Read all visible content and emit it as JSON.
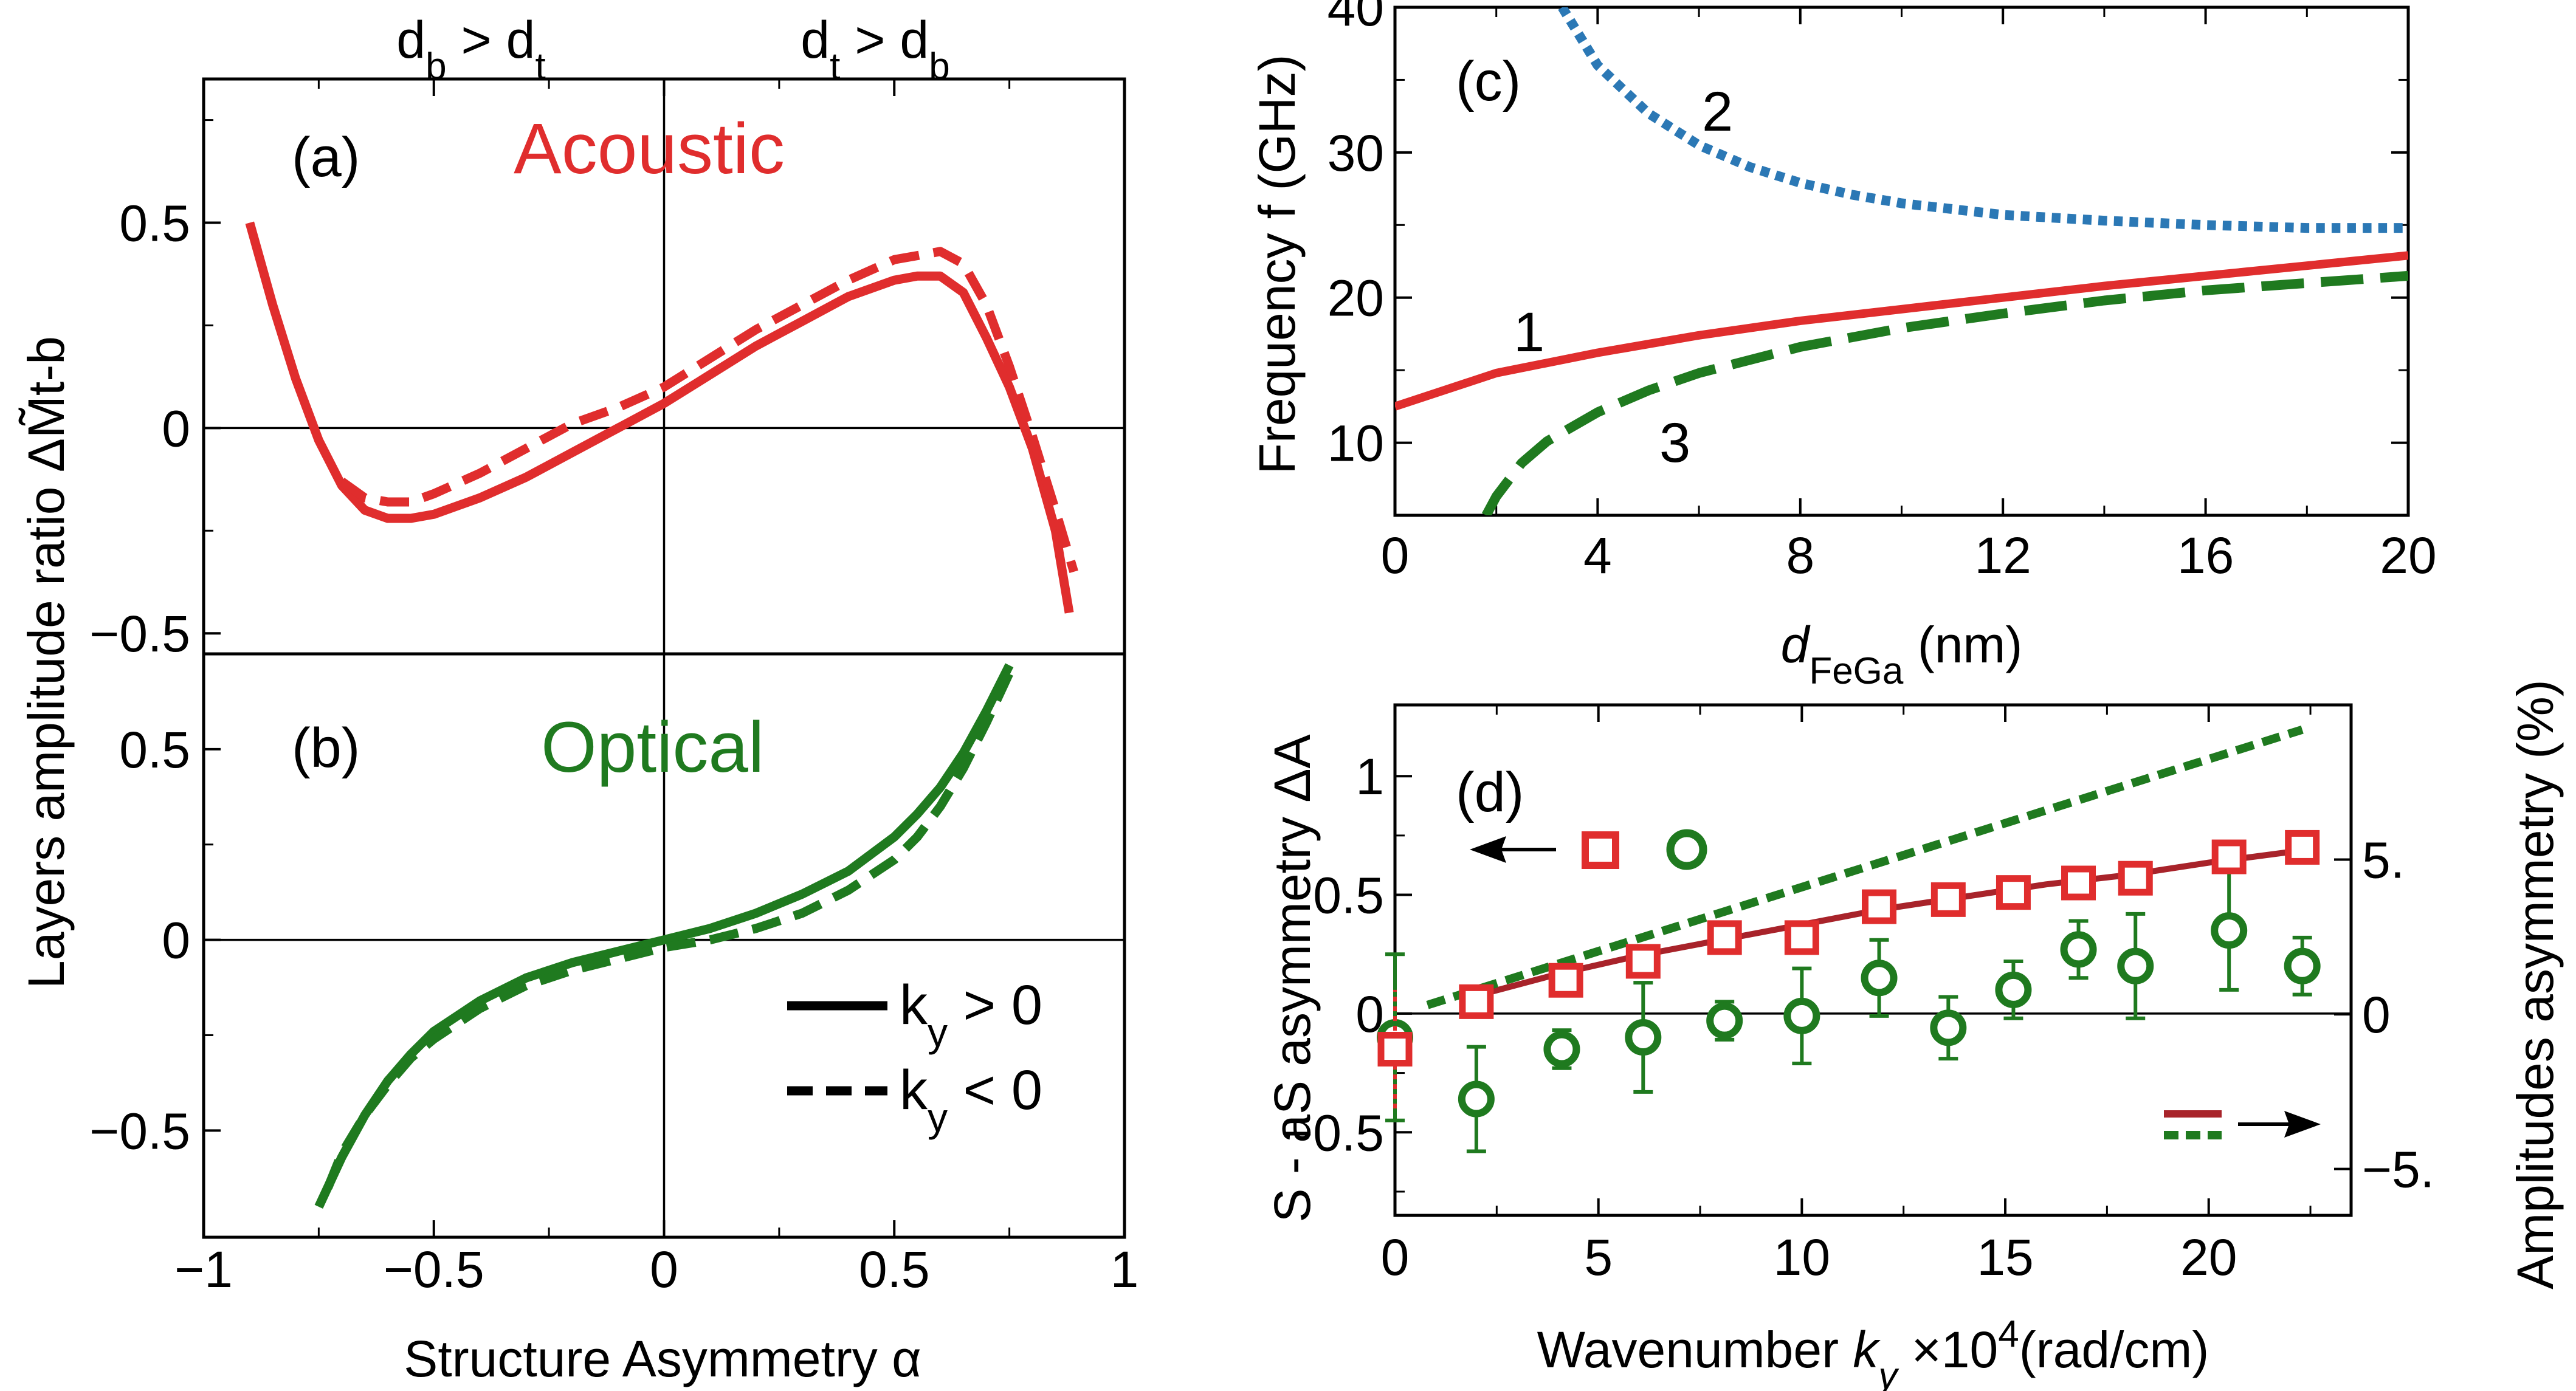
{
  "colors": {
    "red": "#e02d2d",
    "green": "#1f7a1f",
    "blue": "#2b78b5",
    "darkred": "#a8232a",
    "black": "#000000"
  },
  "chart_data": [
    {
      "id": "a",
      "type": "line",
      "panel_label": "(a)",
      "title": "Acoustic",
      "xlabel": "Structure Asymmetry α",
      "ylabel": "Layers amplitude ratio ΔM̃t-b",
      "top_labels": [
        "db > dt",
        "dt > db"
      ],
      "xlim": [
        -1,
        1
      ],
      "ylim": [
        -0.55,
        0.85
      ],
      "xticks": [
        "−1",
        "−0.5",
        "0",
        "0.5",
        "1"
      ],
      "yticks": [
        "−0.5",
        "0",
        "0.5"
      ],
      "series": [
        {
          "style": "solid",
          "color": "#e02d2d",
          "x": [
            -0.9,
            -0.85,
            -0.8,
            -0.75,
            -0.7,
            -0.65,
            -0.6,
            -0.55,
            -0.5,
            -0.4,
            -0.3,
            -0.2,
            -0.1,
            0,
            0.1,
            0.2,
            0.3,
            0.4,
            0.5,
            0.55,
            0.6,
            0.65,
            0.7,
            0.75,
            0.8,
            0.85,
            0.88
          ],
          "y": [
            0.5,
            0.3,
            0.12,
            -0.03,
            -0.14,
            -0.2,
            -0.22,
            -0.22,
            -0.21,
            -0.17,
            -0.12,
            -0.06,
            0.0,
            0.06,
            0.13,
            0.2,
            0.26,
            0.32,
            0.36,
            0.37,
            0.37,
            0.33,
            0.22,
            0.1,
            -0.05,
            -0.25,
            -0.45
          ]
        },
        {
          "style": "dashed",
          "color": "#e02d2d",
          "x": [
            -0.7,
            -0.65,
            -0.6,
            -0.55,
            -0.5,
            -0.4,
            -0.3,
            -0.2,
            -0.1,
            0,
            0.1,
            0.2,
            0.3,
            0.4,
            0.5,
            0.55,
            0.6,
            0.65,
            0.7,
            0.75,
            0.8,
            0.85,
            0.89
          ],
          "y": [
            -0.13,
            -0.17,
            -0.18,
            -0.18,
            -0.16,
            -0.11,
            -0.05,
            0.01,
            0.05,
            0.1,
            0.17,
            0.24,
            0.3,
            0.36,
            0.41,
            0.42,
            0.43,
            0.4,
            0.3,
            0.15,
            -0.02,
            -0.2,
            -0.35
          ]
        }
      ]
    },
    {
      "id": "b",
      "type": "line",
      "panel_label": "(b)",
      "title": "Optical",
      "xlabel": "Structure Asymmetry α",
      "xlim": [
        -1,
        1
      ],
      "ylim": [
        -0.78,
        0.75
      ],
      "xticks": [
        "−1",
        "−0.5",
        "0",
        "0.5",
        "1"
      ],
      "yticks": [
        "−0.5",
        "0",
        "0.5"
      ],
      "legend": [
        "ky > 0",
        "ky < 0"
      ],
      "series": [
        {
          "style": "solid",
          "color": "#1f7a1f",
          "x": [
            -0.75,
            -0.7,
            -0.65,
            -0.6,
            -0.55,
            -0.5,
            -0.4,
            -0.3,
            -0.2,
            -0.1,
            0,
            0.1,
            0.2,
            0.3,
            0.4,
            0.5,
            0.55,
            0.6,
            0.65,
            0.7,
            0.75
          ],
          "y": [
            -0.7,
            -0.57,
            -0.46,
            -0.37,
            -0.3,
            -0.24,
            -0.16,
            -0.1,
            -0.06,
            -0.03,
            0.0,
            0.03,
            0.07,
            0.12,
            0.18,
            0.27,
            0.33,
            0.4,
            0.49,
            0.6,
            0.72
          ]
        },
        {
          "style": "dashed",
          "color": "#1f7a1f",
          "x": [
            -0.73,
            -0.7,
            -0.65,
            -0.6,
            -0.55,
            -0.5,
            -0.4,
            -0.3,
            -0.2,
            -0.1,
            0,
            0.1,
            0.2,
            0.3,
            0.4,
            0.5,
            0.55,
            0.6,
            0.65,
            0.7,
            0.75
          ],
          "y": [
            -0.65,
            -0.56,
            -0.46,
            -0.38,
            -0.31,
            -0.26,
            -0.18,
            -0.12,
            -0.08,
            -0.05,
            -0.02,
            0.0,
            0.03,
            0.07,
            0.13,
            0.21,
            0.27,
            0.35,
            0.45,
            0.57,
            0.7
          ]
        }
      ]
    },
    {
      "id": "c",
      "type": "line",
      "panel_label": "(c)",
      "xlabel_main": "d",
      "xlabel_sub": "FeGa",
      "xlabel_unit": " (nm)",
      "ylabel": "Frequency f (GHz)",
      "xlim": [
        0,
        20
      ],
      "ylim": [
        5,
        40
      ],
      "xticks": [
        "0",
        "4",
        "8",
        "12",
        "16",
        "20"
      ],
      "yticks": [
        "10",
        "20",
        "30",
        "40"
      ],
      "curve_labels": [
        "1",
        "2",
        "3"
      ],
      "series": [
        {
          "name": "1",
          "style": "solid",
          "color": "#e02d2d",
          "x": [
            0,
            2,
            4,
            6,
            8,
            10,
            12,
            14,
            16,
            18,
            20
          ],
          "y": [
            12.5,
            14.8,
            16.2,
            17.4,
            18.4,
            19.2,
            20.0,
            20.8,
            21.5,
            22.2,
            22.9
          ]
        },
        {
          "name": "2",
          "style": "dotted",
          "color": "#2b78b5",
          "x": [
            3.3,
            4,
            5,
            6,
            7,
            8,
            9,
            10,
            12,
            14,
            16,
            18,
            20
          ],
          "y": [
            40.0,
            36.0,
            32.7,
            30.5,
            29.0,
            27.9,
            27.1,
            26.5,
            25.7,
            25.3,
            25.0,
            24.8,
            24.8
          ]
        },
        {
          "name": "3",
          "style": "dashed",
          "color": "#1f7a1f",
          "x": [
            1.8,
            2,
            2.5,
            3,
            4,
            5,
            6,
            8,
            10,
            12,
            14,
            16,
            18,
            20
          ],
          "y": [
            5.0,
            6.3,
            8.6,
            10.1,
            12.1,
            13.6,
            14.8,
            16.6,
            17.9,
            18.9,
            19.8,
            20.5,
            21.0,
            21.5
          ]
        }
      ]
    },
    {
      "id": "d",
      "type": "scatter",
      "panel_label": "(d)",
      "xlabel_main": "Wavenumber ",
      "xlabel_k": "k",
      "xlabel_sub": "y",
      "xlabel_mult": " ×10",
      "xlabel_exp": "4",
      "xlabel_unit": "(rad/cm)",
      "ylabel": "S - aS asymmetry ΔA",
      "ylabel_right": "Amplitudes asymmetry (%)",
      "xlim": [
        0,
        23.5
      ],
      "ylim": [
        -0.85,
        1.3
      ],
      "yright_lim": [
        -6.5,
        10.0
      ],
      "xticks": [
        "0",
        "5",
        "10",
        "15",
        "20"
      ],
      "yticks": [
        "−0.5",
        "0",
        "0.5",
        "1"
      ],
      "yright_ticks": [
        "−5.",
        "0",
        "5."
      ],
      "series": [
        {
          "name": "squares",
          "marker": "square",
          "color": "#e02d2d",
          "x": [
            0,
            2,
            4.2,
            6.1,
            8.1,
            10,
            11.9,
            13.6,
            15.2,
            16.8,
            18.2,
            20.5,
            22.3
          ],
          "y": [
            -0.15,
            0.05,
            0.14,
            0.22,
            0.32,
            0.32,
            0.45,
            0.48,
            0.51,
            0.55,
            0.57,
            0.66,
            0.7
          ],
          "err": [
            0.25,
            0,
            0,
            0,
            0,
            0,
            0,
            0,
            0,
            0,
            0,
            0,
            0
          ]
        },
        {
          "name": "circles",
          "marker": "circle",
          "color": "#1f7a1f",
          "x": [
            0,
            2,
            4.1,
            6.1,
            8.1,
            10,
            11.9,
            13.6,
            15.2,
            16.8,
            18.2,
            20.5,
            22.3
          ],
          "y": [
            -0.1,
            -0.36,
            -0.15,
            -0.1,
            -0.03,
            -0.01,
            0.15,
            -0.06,
            0.1,
            0.27,
            0.2,
            0.35,
            0.2
          ],
          "err": [
            0.35,
            0.22,
            0.08,
            0.23,
            0.08,
            0.2,
            0.16,
            0.13,
            0.12,
            0.12,
            0.22,
            0.25,
            0.12
          ]
        },
        {
          "name": "line-solid",
          "style": "solid",
          "color": "#a8232a",
          "axis": "right",
          "x": [
            2,
            4,
            6,
            8,
            10,
            12,
            14,
            16,
            18,
            20,
            22.3
          ],
          "y": [
            0.6,
            1.3,
            1.9,
            2.4,
            2.9,
            3.4,
            3.8,
            4.2,
            4.5,
            4.9,
            5.3
          ]
        },
        {
          "name": "line-dotted",
          "style": "dotted",
          "color": "#1f7a1f",
          "axis": "right",
          "x": [
            0.8,
            22.3
          ],
          "y": [
            0.3,
            9.2
          ]
        }
      ]
    }
  ]
}
